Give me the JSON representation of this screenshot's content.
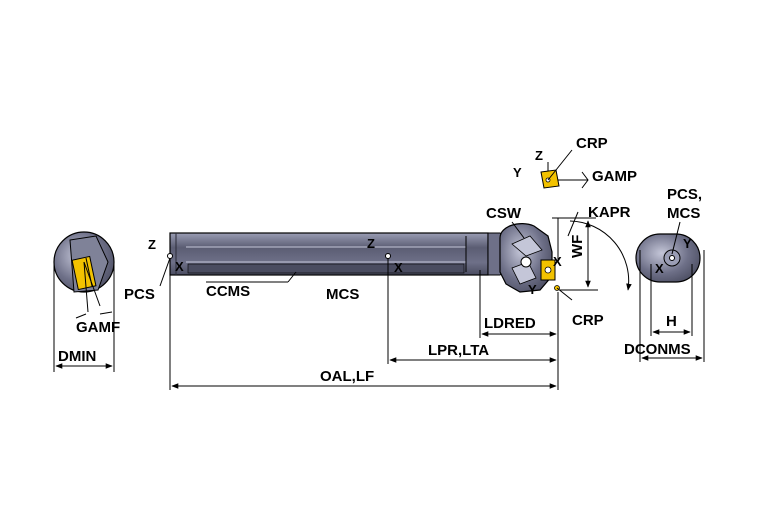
{
  "labels": {
    "z_pcs": "Z",
    "x_pcs": "X",
    "pcs": "PCS",
    "ccms": "CCMS",
    "z_mcs": "Z",
    "x_mcs": "X",
    "mcs": "MCS",
    "csw": "CSW",
    "wf": "WF",
    "kapr": "KAPR",
    "x_head": "X",
    "y_head": "Y",
    "crp_bottom": "CRP",
    "ldred": "LDRED",
    "lpr_lta": "LPR,LTA",
    "oal_lf": "OAL,LF",
    "crp_top": "CRP",
    "z_insert": "Z",
    "y_insert": "Y",
    "gamp": "GAMP",
    "gamf": "GAMF",
    "dmin": "DMIN",
    "pcs_mcs_1": "PCS,",
    "pcs_mcs_2": "MCS",
    "y_end": "Y",
    "x_end": "X",
    "h": "H",
    "dconms": "DCONMS"
  },
  "colors": {
    "shank_dark": "#5b5d73",
    "shank_mid": "#8d90a8",
    "shank_light": "#c4c6d8",
    "insert_yellow": "#f2c200",
    "line": "#000000"
  }
}
